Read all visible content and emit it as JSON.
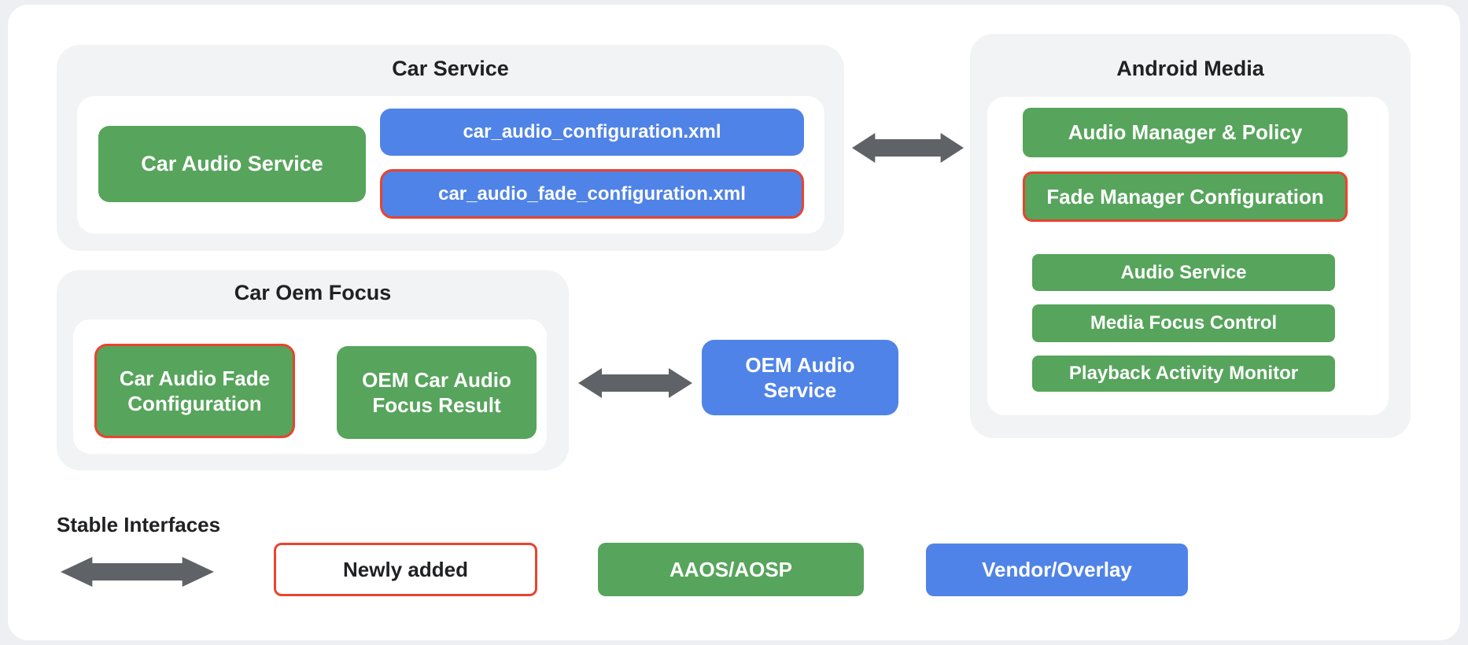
{
  "groups": {
    "car_service": {
      "title": "Car Service",
      "car_audio_service_label": "Car Audio Service",
      "config_xml_label": "car_audio_configuration.xml",
      "fade_config_xml_label": "car_audio_fade_configuration.xml"
    },
    "car_oem_focus": {
      "title": "Car Oem Focus",
      "fade_configuration_label": "Car Audio Fade Configuration",
      "focus_result_label": "OEM Car Audio Focus Result"
    },
    "android_media": {
      "title": "Android Media",
      "audio_manager_label": "Audio Manager & Policy",
      "fade_manager_label": "Fade Manager Configuration",
      "audio_service_label": "Audio Service",
      "media_focus_label": "Media Focus Control",
      "playback_monitor_label": "Playback Activity Monitor"
    },
    "oem_audio_service_label": "OEM Audio Service"
  },
  "legend": {
    "stable_interfaces_label": "Stable Interfaces",
    "newly_added_label": "Newly added",
    "aaos_label": "AAOS/AOSP",
    "vendor_label": "Vendor/Overlay"
  },
  "colors": {
    "page_bg": "#edeff2",
    "card_bg": "#ffffff",
    "group_bg": "#f1f3f4",
    "green": "#57a45c",
    "blue": "#5083e8",
    "red_border": "#e8442e",
    "arrow_gray": "#5f6368",
    "title_text": "#202124"
  }
}
